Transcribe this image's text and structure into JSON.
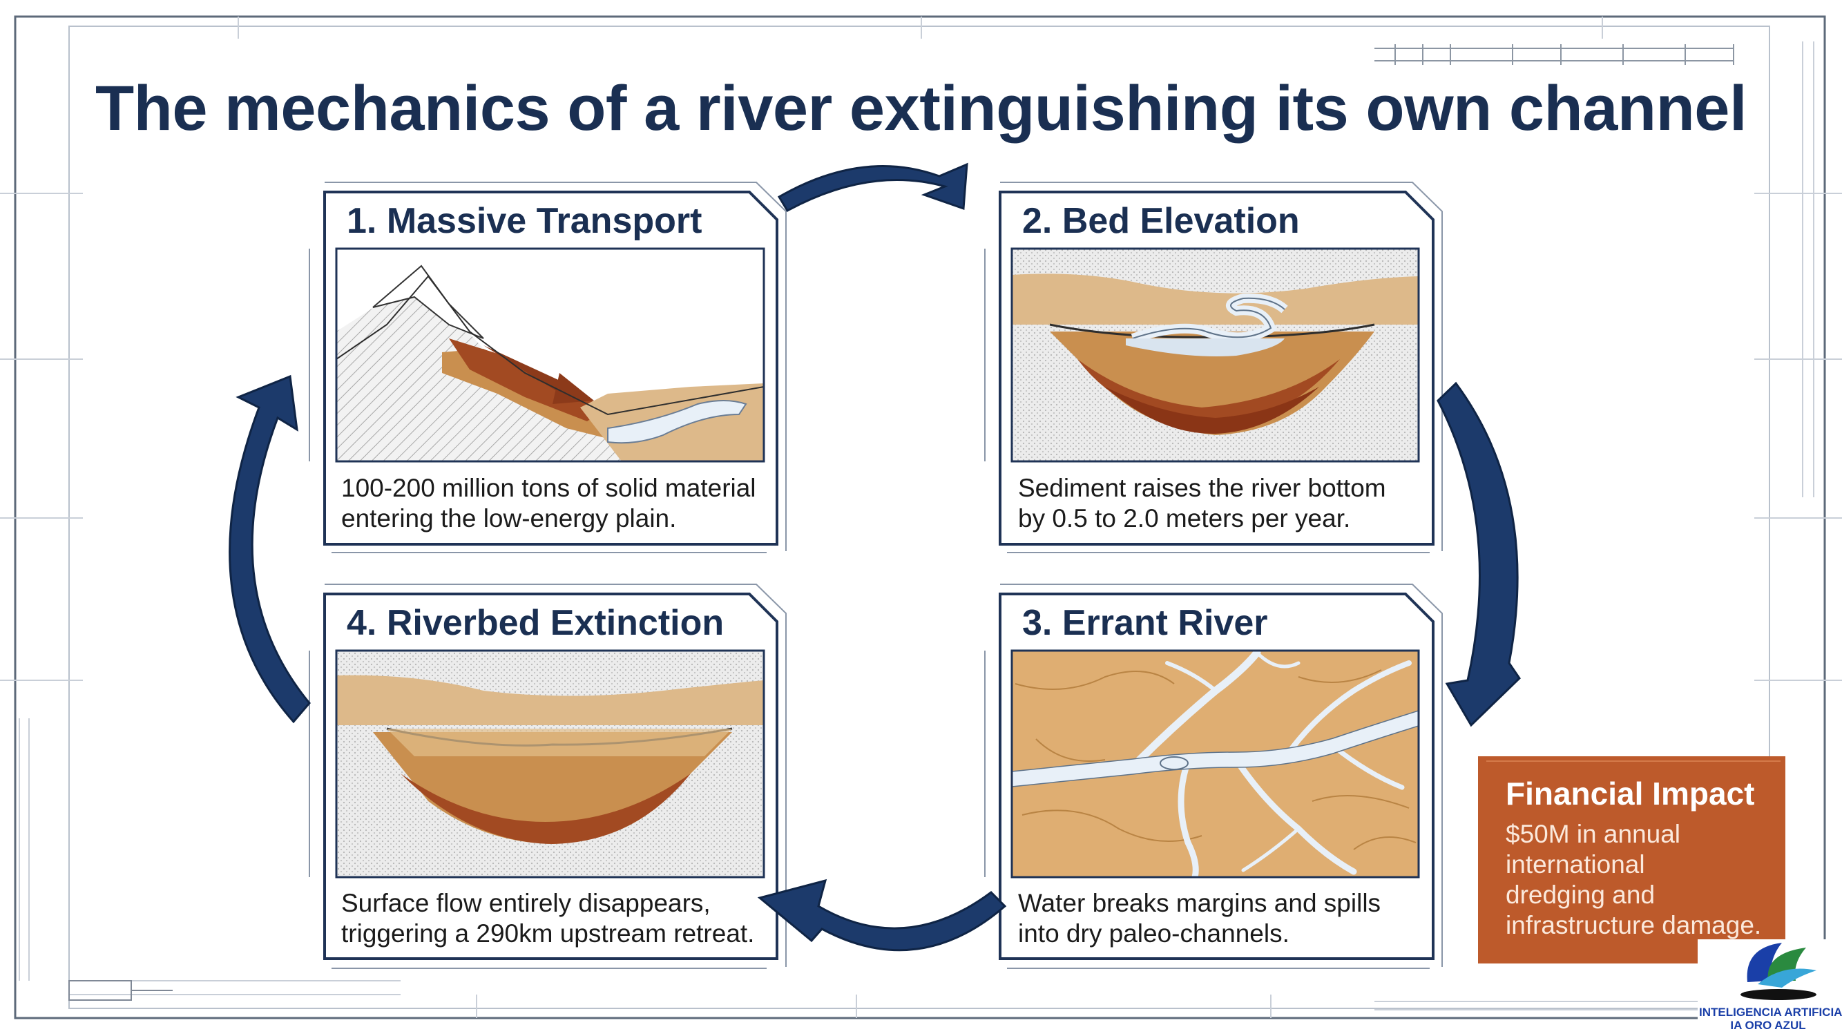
{
  "title": "The mechanics of a river extinguishing its own channel",
  "cards": [
    {
      "heading": "1. Massive Transport",
      "text": [
        "100-200 million tons of solid material",
        "entering the low-energy plain."
      ]
    },
    {
      "heading": "2. Bed Elevation",
      "text": [
        "Sediment raises the river bottom",
        "by 0.5 to 2.0 meters per year."
      ]
    },
    {
      "heading": "3. Errant River",
      "text": [
        "Water breaks margins and spills",
        "into dry paleo-channels."
      ]
    },
    {
      "heading": "4. Riverbed Extinction",
      "text": [
        "Surface flow entirely disappears,",
        "triggering a 290km upstream retreat."
      ]
    }
  ],
  "financial_impact": {
    "heading": "Financial Impact",
    "text": [
      "$50M in annual",
      "international",
      "dredging and",
      "infrastructure damage."
    ]
  },
  "logo": {
    "line1": "INTELIGENCIA ARTIFICIAL",
    "line2": "IA ORO AZUL"
  },
  "colors": {
    "navy": "#1a2f52",
    "panel_fill": "#bd5a2b",
    "sediment_light": "#ddb98a",
    "sediment_mid": "#c98f4f",
    "sediment_dark": "#a24a22",
    "water": "#e8f0f8"
  },
  "icons": {
    "cycle_arrows": "curved-arrow-icon",
    "logo": "ia-oro-azul-logo"
  }
}
